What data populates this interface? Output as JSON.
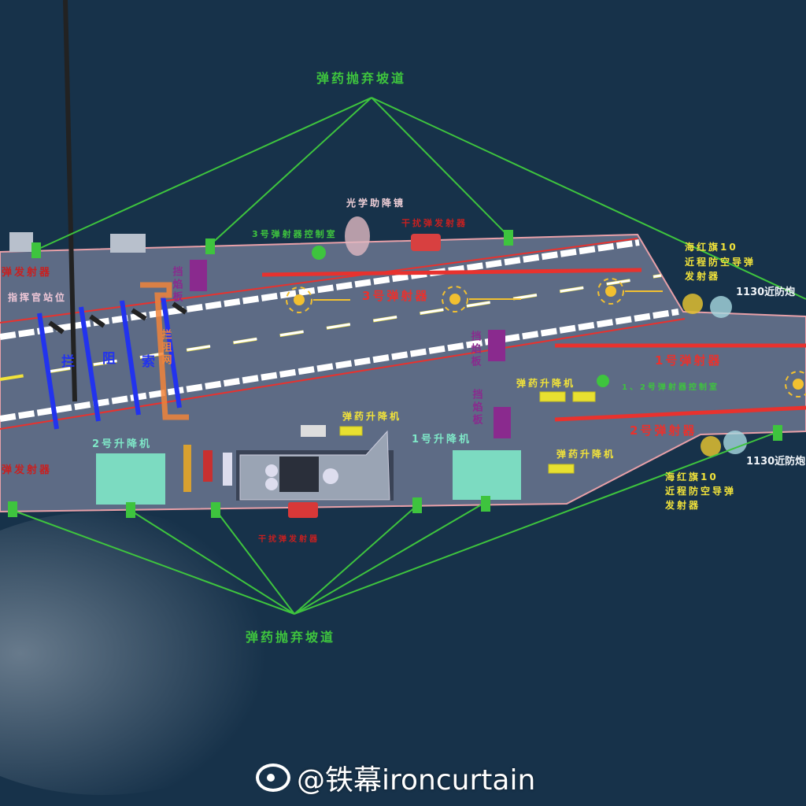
{
  "labels": {
    "ramp_top": "弹药抛弃坡道",
    "ramp_bottom": "弹药抛弃坡道",
    "optical_landing_aid": "光学助降镜",
    "cat3_control_room": "3号弹射器控制室",
    "decoy_launcher_top": "干扰弹发射器",
    "decoy_launcher_left_top": "弹发射器",
    "lso_station": "指挥官站位",
    "blast_deflector_1": "挡焰板",
    "blast_deflector_2": "挡焰板",
    "blast_deflector_3": "挡焰板",
    "catapult_3": "3号弹射器",
    "catapult_1": "1号弹射器",
    "catapult_2": "2号弹射器",
    "cat12_control_room": "1、2号弹射器控制室",
    "arresting_wires": [
      "拦",
      "阻",
      "索"
    ],
    "barricade": "拦阻网",
    "ammo_elevator_1": "弹药升降机",
    "ammo_elevator_2": "弹药升降机",
    "ammo_elevator_3": "弹药升降机",
    "elevator_1": "1号升降机",
    "elevator_2": "2号升降机",
    "decoy_launcher_left_bottom": "弹发射器",
    "decoy_launcher_bottom": "干扰弹发射器",
    "hq10_top": [
      "海红旗10",
      "近程防空导弹",
      "发射器"
    ],
    "hq10_bottom": [
      "海红旗10",
      "近程防空导弹",
      "发射器"
    ],
    "ciws_top": "1130近防炮",
    "ciws_bottom": "1130近防炮"
  },
  "watermark": "@铁幕ironcurtain",
  "colors": {
    "sea": "#17324a",
    "deck": "#5d6b85",
    "green": "#3ec43e",
    "red": "#e8322e",
    "yellow": "#f2e33a",
    "blue": "#2233ee",
    "purple": "#8a2a8e",
    "orange": "#f0843a",
    "cyan": "#7fe8c8"
  }
}
